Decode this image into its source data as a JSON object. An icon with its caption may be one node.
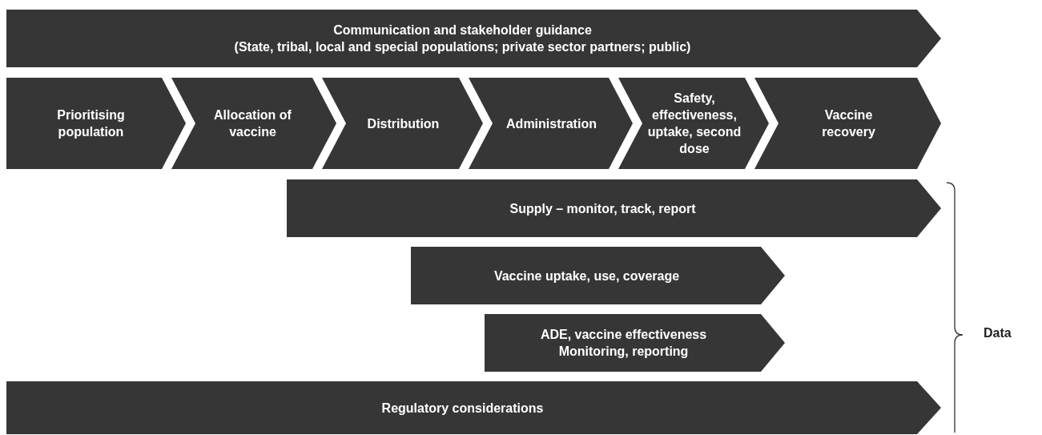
{
  "diagram": {
    "nodes": [
      {
        "text": [
          "Communication and stakeholder guidance",
          "(State, tribal, local and special populations; private sector partners; public)"
        ]
      },
      {
        "text": [
          "Prioritising population"
        ]
      },
      {
        "text": [
          "Allocation of vaccine"
        ]
      },
      {
        "text": [
          "Distribution"
        ]
      },
      {
        "text": [
          "Administration"
        ]
      },
      {
        "text": [
          "Safety, effectiveness, uptake, second dose"
        ]
      },
      {
        "text": [
          "Vaccine recovery"
        ]
      },
      {
        "text": [
          "Supply – monitor, track, report"
        ]
      },
      {
        "text": [
          "Vaccine uptake, use, coverage"
        ]
      },
      {
        "text": [
          "ADE, vaccine effectiveness Monitoring, reporting"
        ]
      },
      {
        "text": [
          "Regulatory considerations"
        ]
      }
    ],
    "labels": [
      "Data"
    ]
  }
}
